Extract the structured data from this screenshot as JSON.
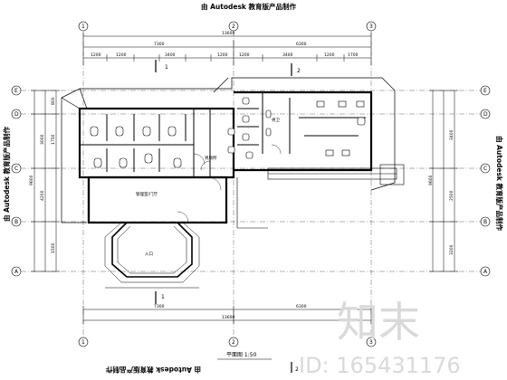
{
  "watermark": {
    "top": "由 Autodesk 教育版产品制作",
    "bottom": "由 Autodesk 教育版产品制作",
    "left": "由 Autodesk 教育版产品制作",
    "right": "由 Autodesk 教育版产品制作"
  },
  "dimensions": {
    "top_overall": "13600",
    "top_left": "7300",
    "top_right": "6300",
    "top_sub": [
      "1200",
      "1200",
      "3400",
      "1200",
      "1200",
      "3400",
      "1200",
      "1700"
    ],
    "bottom_overall": "13600",
    "bottom_left": "7300",
    "bottom_right": "6300",
    "left_overall": "9600",
    "left_sub": [
      "800",
      "1750",
      "3000",
      "4200",
      "1500"
    ],
    "right_overall": "9600",
    "right_sub": [
      "3400",
      "2500",
      "3200"
    ]
  },
  "axes": {
    "horizontal": [
      "1",
      "2",
      "3"
    ],
    "vertical": [
      "A",
      "B",
      "C",
      "D",
      "E"
    ]
  },
  "section_marks": [
    "1",
    "1",
    "2",
    "2"
  ],
  "room_labels": {
    "mens_room": "男厕所",
    "lobby": "管理室/门厅",
    "entry": "入口",
    "wc_right": "男卫"
  },
  "title": "平面图 1:50",
  "brand": "知末",
  "id_text": "ID: 165431176"
}
